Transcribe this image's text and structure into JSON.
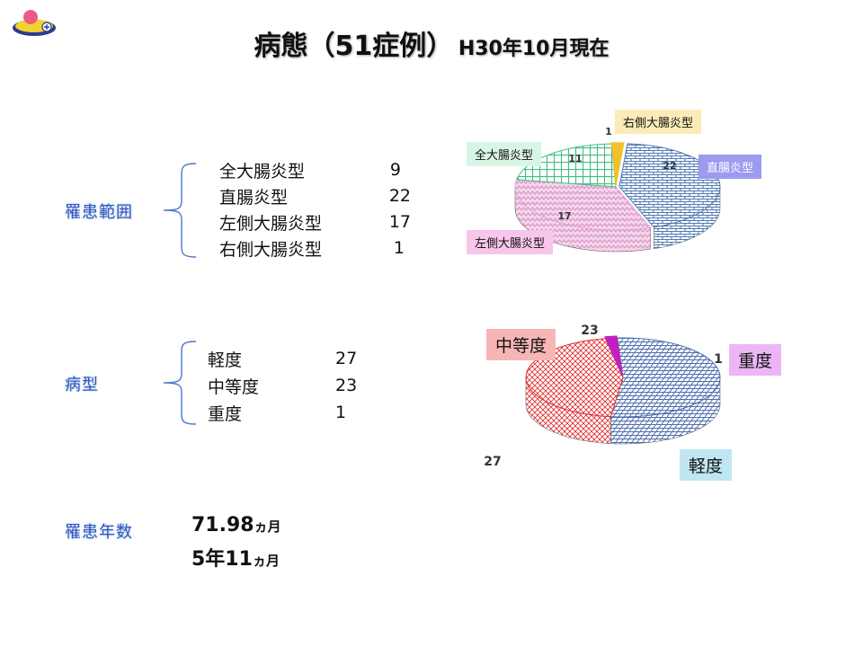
{
  "title": {
    "main": "病態（51症例）",
    "sub": "H30年10月現在"
  },
  "sections": {
    "range": {
      "label": "罹患範囲",
      "items": [
        {
          "name": "全大腸炎型",
          "value": "9"
        },
        {
          "name": "直腸炎型",
          "value": "22"
        },
        {
          "name": "左側大腸炎型",
          "value": "17"
        },
        {
          "name": "右側大腸炎型",
          "value": "1"
        }
      ]
    },
    "type": {
      "label": "病型",
      "items": [
        {
          "name": "軽度",
          "value": "27"
        },
        {
          "name": "中等度",
          "value": "23"
        },
        {
          "name": "重度",
          "value": "1"
        }
      ]
    },
    "years": {
      "label": "罹患年数",
      "line1": {
        "value": "71.98",
        "unit": "ヵ月"
      },
      "line2": {
        "value": "5年11",
        "unit": "ヵ月"
      }
    }
  },
  "chart_data": [
    {
      "type": "pie",
      "labels": [
        "直腸炎型",
        "左側大腸炎型",
        "全大腸炎型",
        "右側大腸炎型"
      ],
      "values": [
        22,
        17,
        11,
        1
      ],
      "data_labels": [
        "22",
        "17",
        "11",
        "1"
      ],
      "colors": [
        "#4f7ab3",
        "#e3a6d2",
        "#3fbf7f",
        "#f2c12e"
      ],
      "callout_colors": [
        "#9b9bf0",
        "#f7c6ea",
        "#d9f5e6",
        "#fcebb8"
      ]
    },
    {
      "type": "pie",
      "labels": [
        "軽度",
        "中等度",
        "重度"
      ],
      "values": [
        27,
        23,
        1
      ],
      "data_labels": [
        "27",
        "23",
        "1"
      ],
      "colors": [
        "#4f6fb0",
        "#e02a2a",
        "#c020c0"
      ],
      "callout_colors": [
        "#bfe6f2",
        "#f7b6b6",
        "#ecb5f5"
      ]
    }
  ]
}
